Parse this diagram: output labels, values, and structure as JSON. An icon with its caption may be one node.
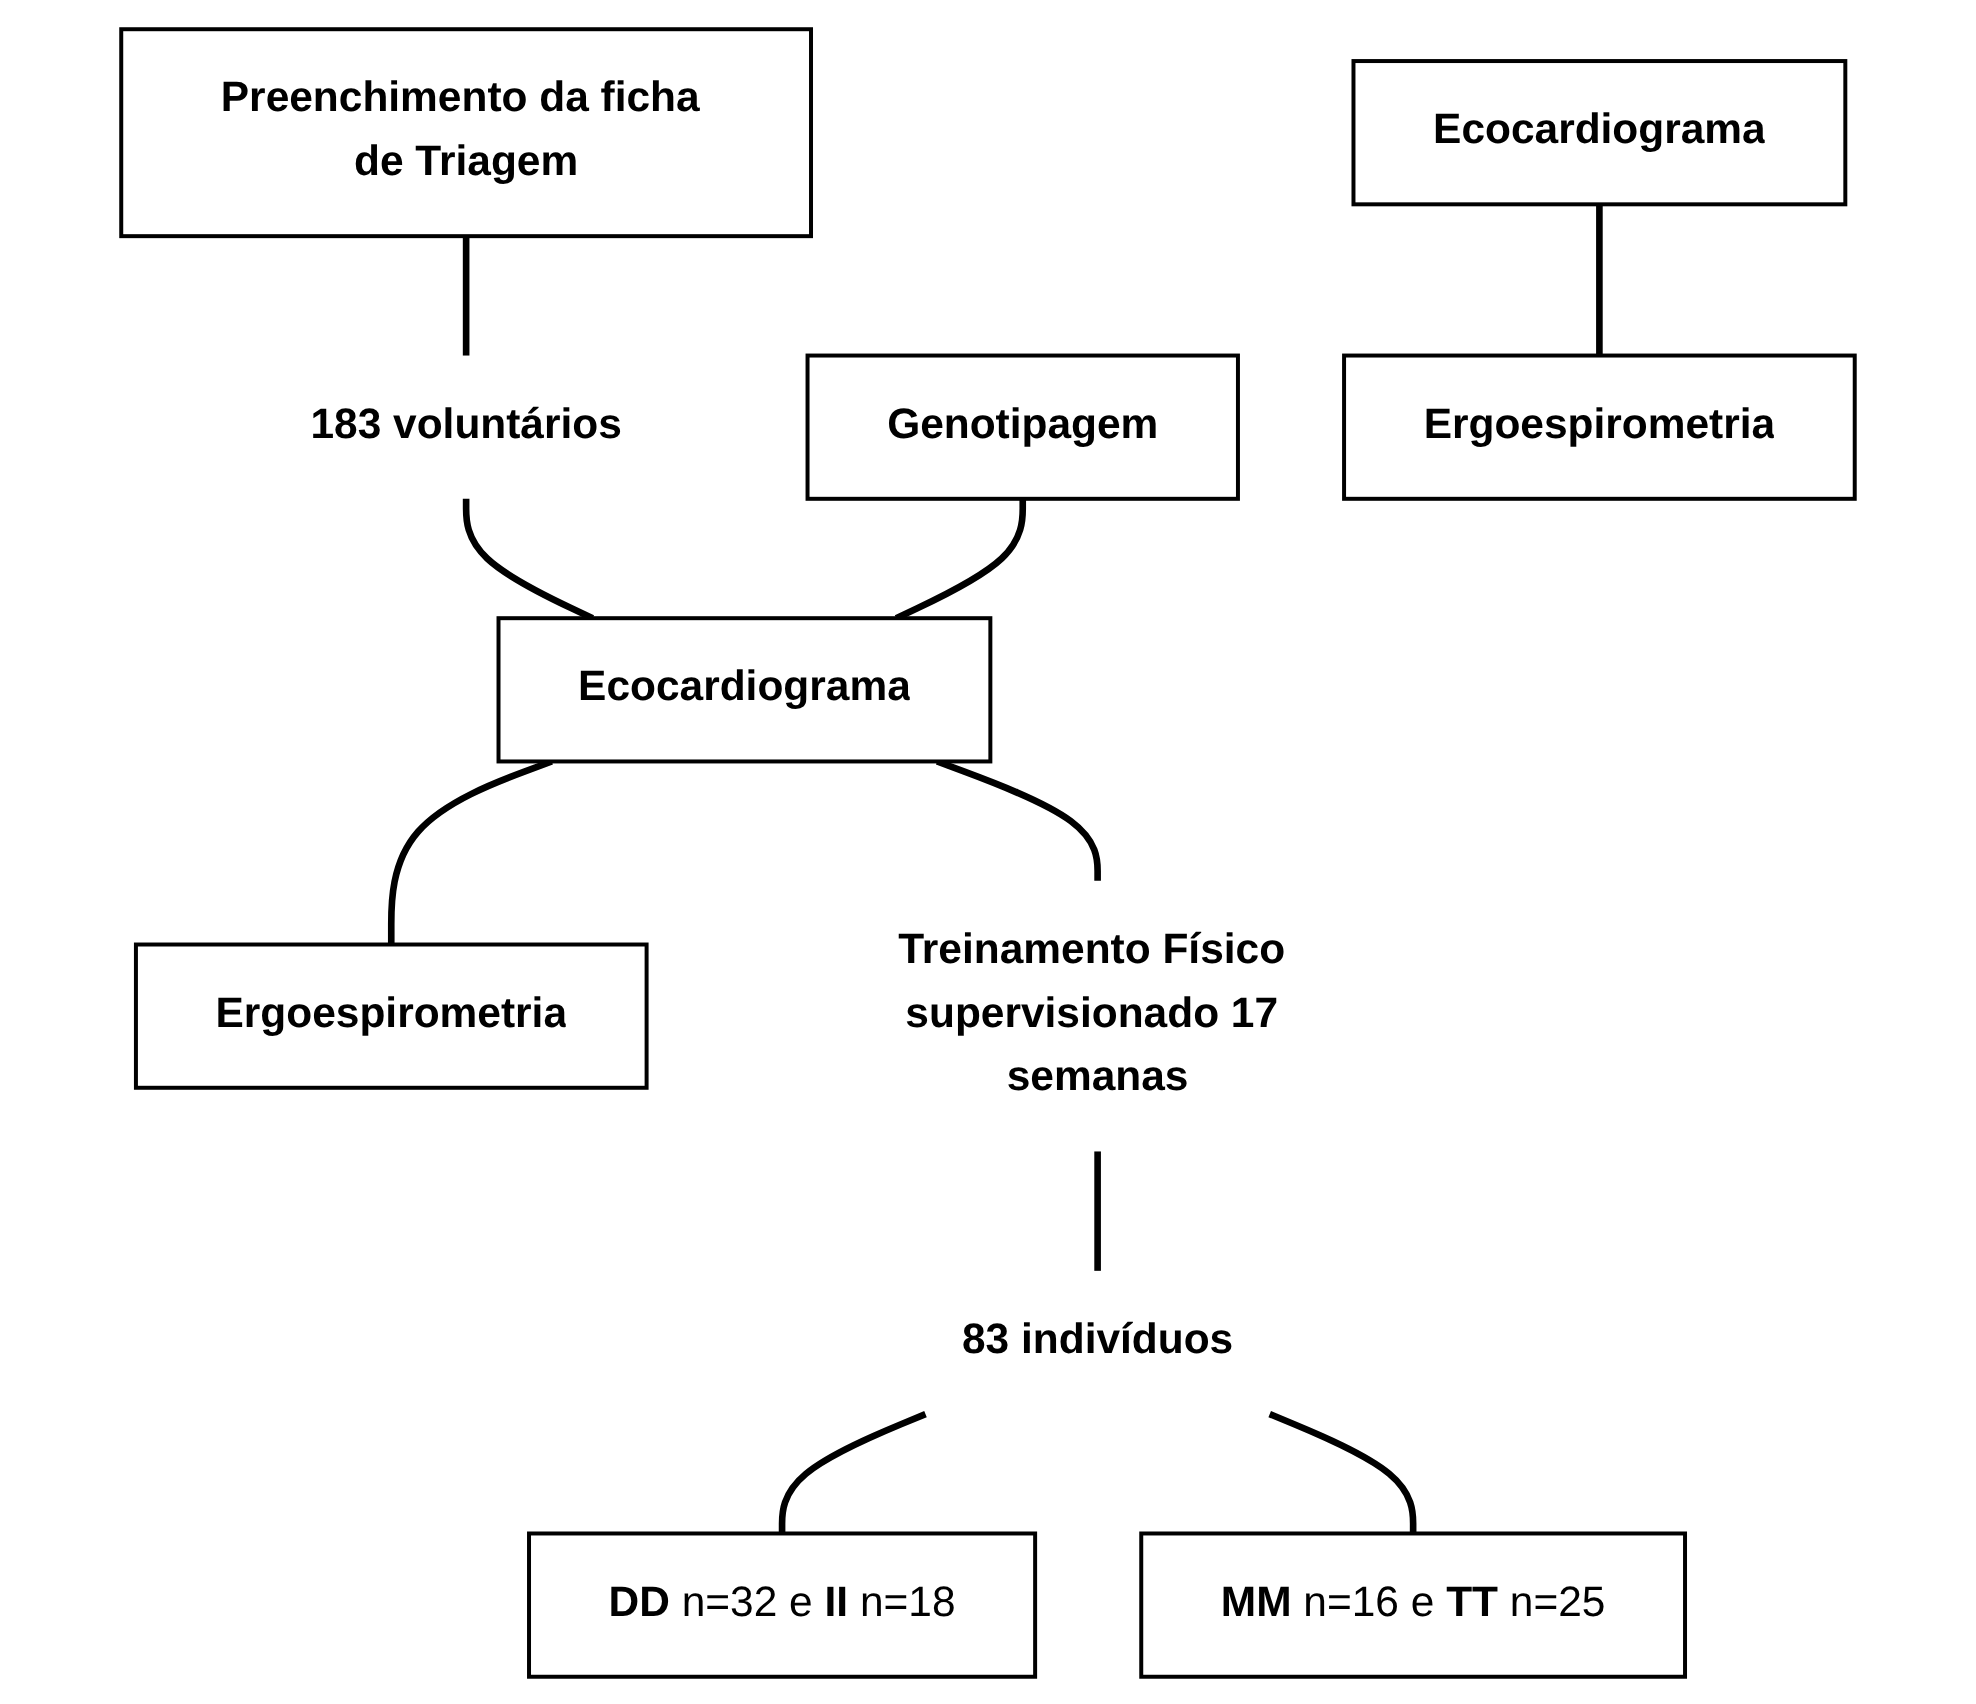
{
  "diagram": {
    "nodes": [
      {
        "text": [
          "Preenchimento da ficha de Triagem"
        ]
      },
      {
        "text": [
          "183 voluntários"
        ]
      },
      {
        "text": [
          "Genotipagem"
        ]
      },
      {
        "text": [
          "Ecocardiograma"
        ]
      },
      {
        "text": [
          "Ergoespirometria"
        ]
      },
      {
        "text": [
          "Treinamento Físico supervisionado 17 semanas"
        ]
      },
      {
        "text": [
          "Ecocardiograma"
        ]
      },
      {
        "text": [
          "Ergoespirometria"
        ]
      },
      {
        "text": [
          "83 indivíduos"
        ]
      },
      {
        "text": [
          "**DD** n=32 e **II** n=18"
        ]
      },
      {
        "text": [
          "**MM** n=16 e **TT** n=25"
        ]
      }
    ],
    "edges": [
      {
        "from": 0,
        "to": 1,
        "arrow": "none"
      },
      {
        "from": 1,
        "to": 3,
        "arrow": "none"
      },
      {
        "from": 2,
        "to": 3,
        "arrow": "none"
      },
      {
        "from": 3,
        "to": 4,
        "arrow": "none"
      },
      {
        "from": 3,
        "to": 5,
        "arrow": "none"
      },
      {
        "from": 6,
        "to": 7,
        "arrow": "none"
      },
      {
        "from": 5,
        "to": 8,
        "arrow": "none"
      },
      {
        "from": 8,
        "to": 9,
        "arrow": "none"
      },
      {
        "from": 8,
        "to": 10,
        "arrow": "none"
      }
    ]
  }
}
